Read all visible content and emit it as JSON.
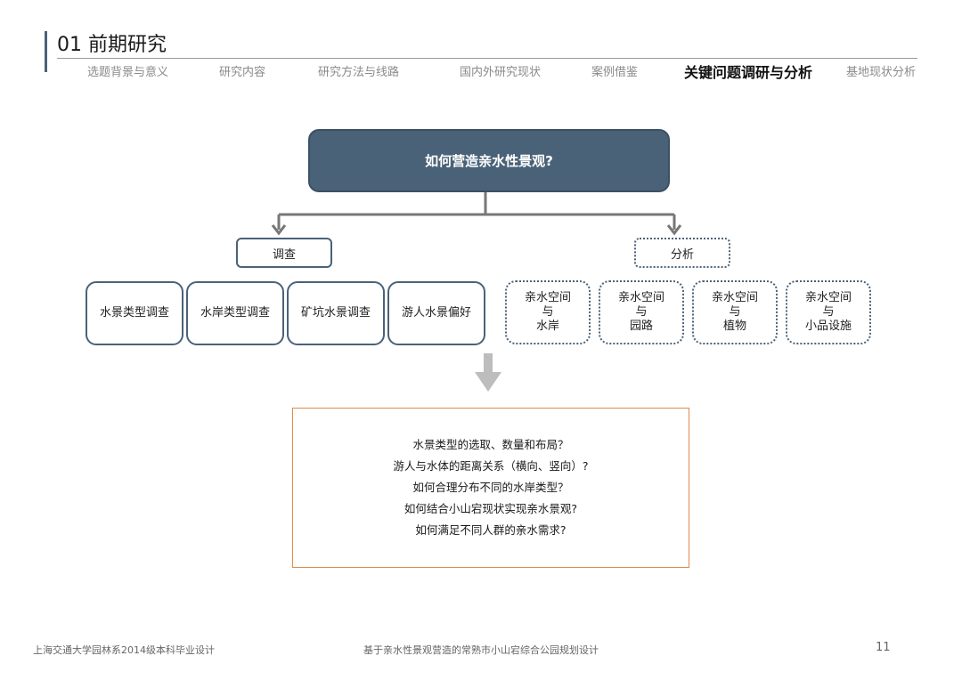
{
  "header": {
    "section_title": "01 前期研究",
    "nav": [
      {
        "label": "选题背景与意义"
      },
      {
        "label": "研究内容"
      },
      {
        "label": "研究方法与线路"
      },
      {
        "label": "国内外研究现状"
      },
      {
        "label": "案例借鉴"
      },
      {
        "label": "关键问题调研与分析",
        "active": true
      },
      {
        "label": "基地现状分析"
      }
    ]
  },
  "diagram": {
    "main_question": "如何营造亲水性景观?",
    "left_category": "调查",
    "right_category": "分析",
    "survey_items": [
      "水景类型调查",
      "水岸类型调查",
      "矿坑水景调查",
      "游人水景偏好"
    ],
    "analysis_items": [
      {
        "line1": "亲水空间",
        "line2": "与",
        "line3": "水岸"
      },
      {
        "line1": "亲水空间",
        "line2": "与",
        "line3": "园路"
      },
      {
        "line1": "亲水空间",
        "line2": "与",
        "line3": "植物"
      },
      {
        "line1": "亲水空间",
        "line2": "与",
        "line3": "小品设施"
      }
    ],
    "questions": [
      "水景类型的选取、数量和布局？",
      "游人与水体的距离关系（横向、竖向）?",
      "如何合理分布不同的水岸类型？",
      "如何结合小山宕现状实现亲水景观?",
      "如何满足不同人群的亲水需求?"
    ]
  },
  "footer": {
    "left": "上海交通大学园林系2014级本科毕业设计",
    "center": "基于亲水性景观营造的常熟市小山宕综合公园规划设计",
    "page": "11"
  },
  "colors": {
    "primary": "#4a6278",
    "question_border": "#e08a4a",
    "connector": "#777777",
    "down_arrow": "#bdbdbd"
  }
}
